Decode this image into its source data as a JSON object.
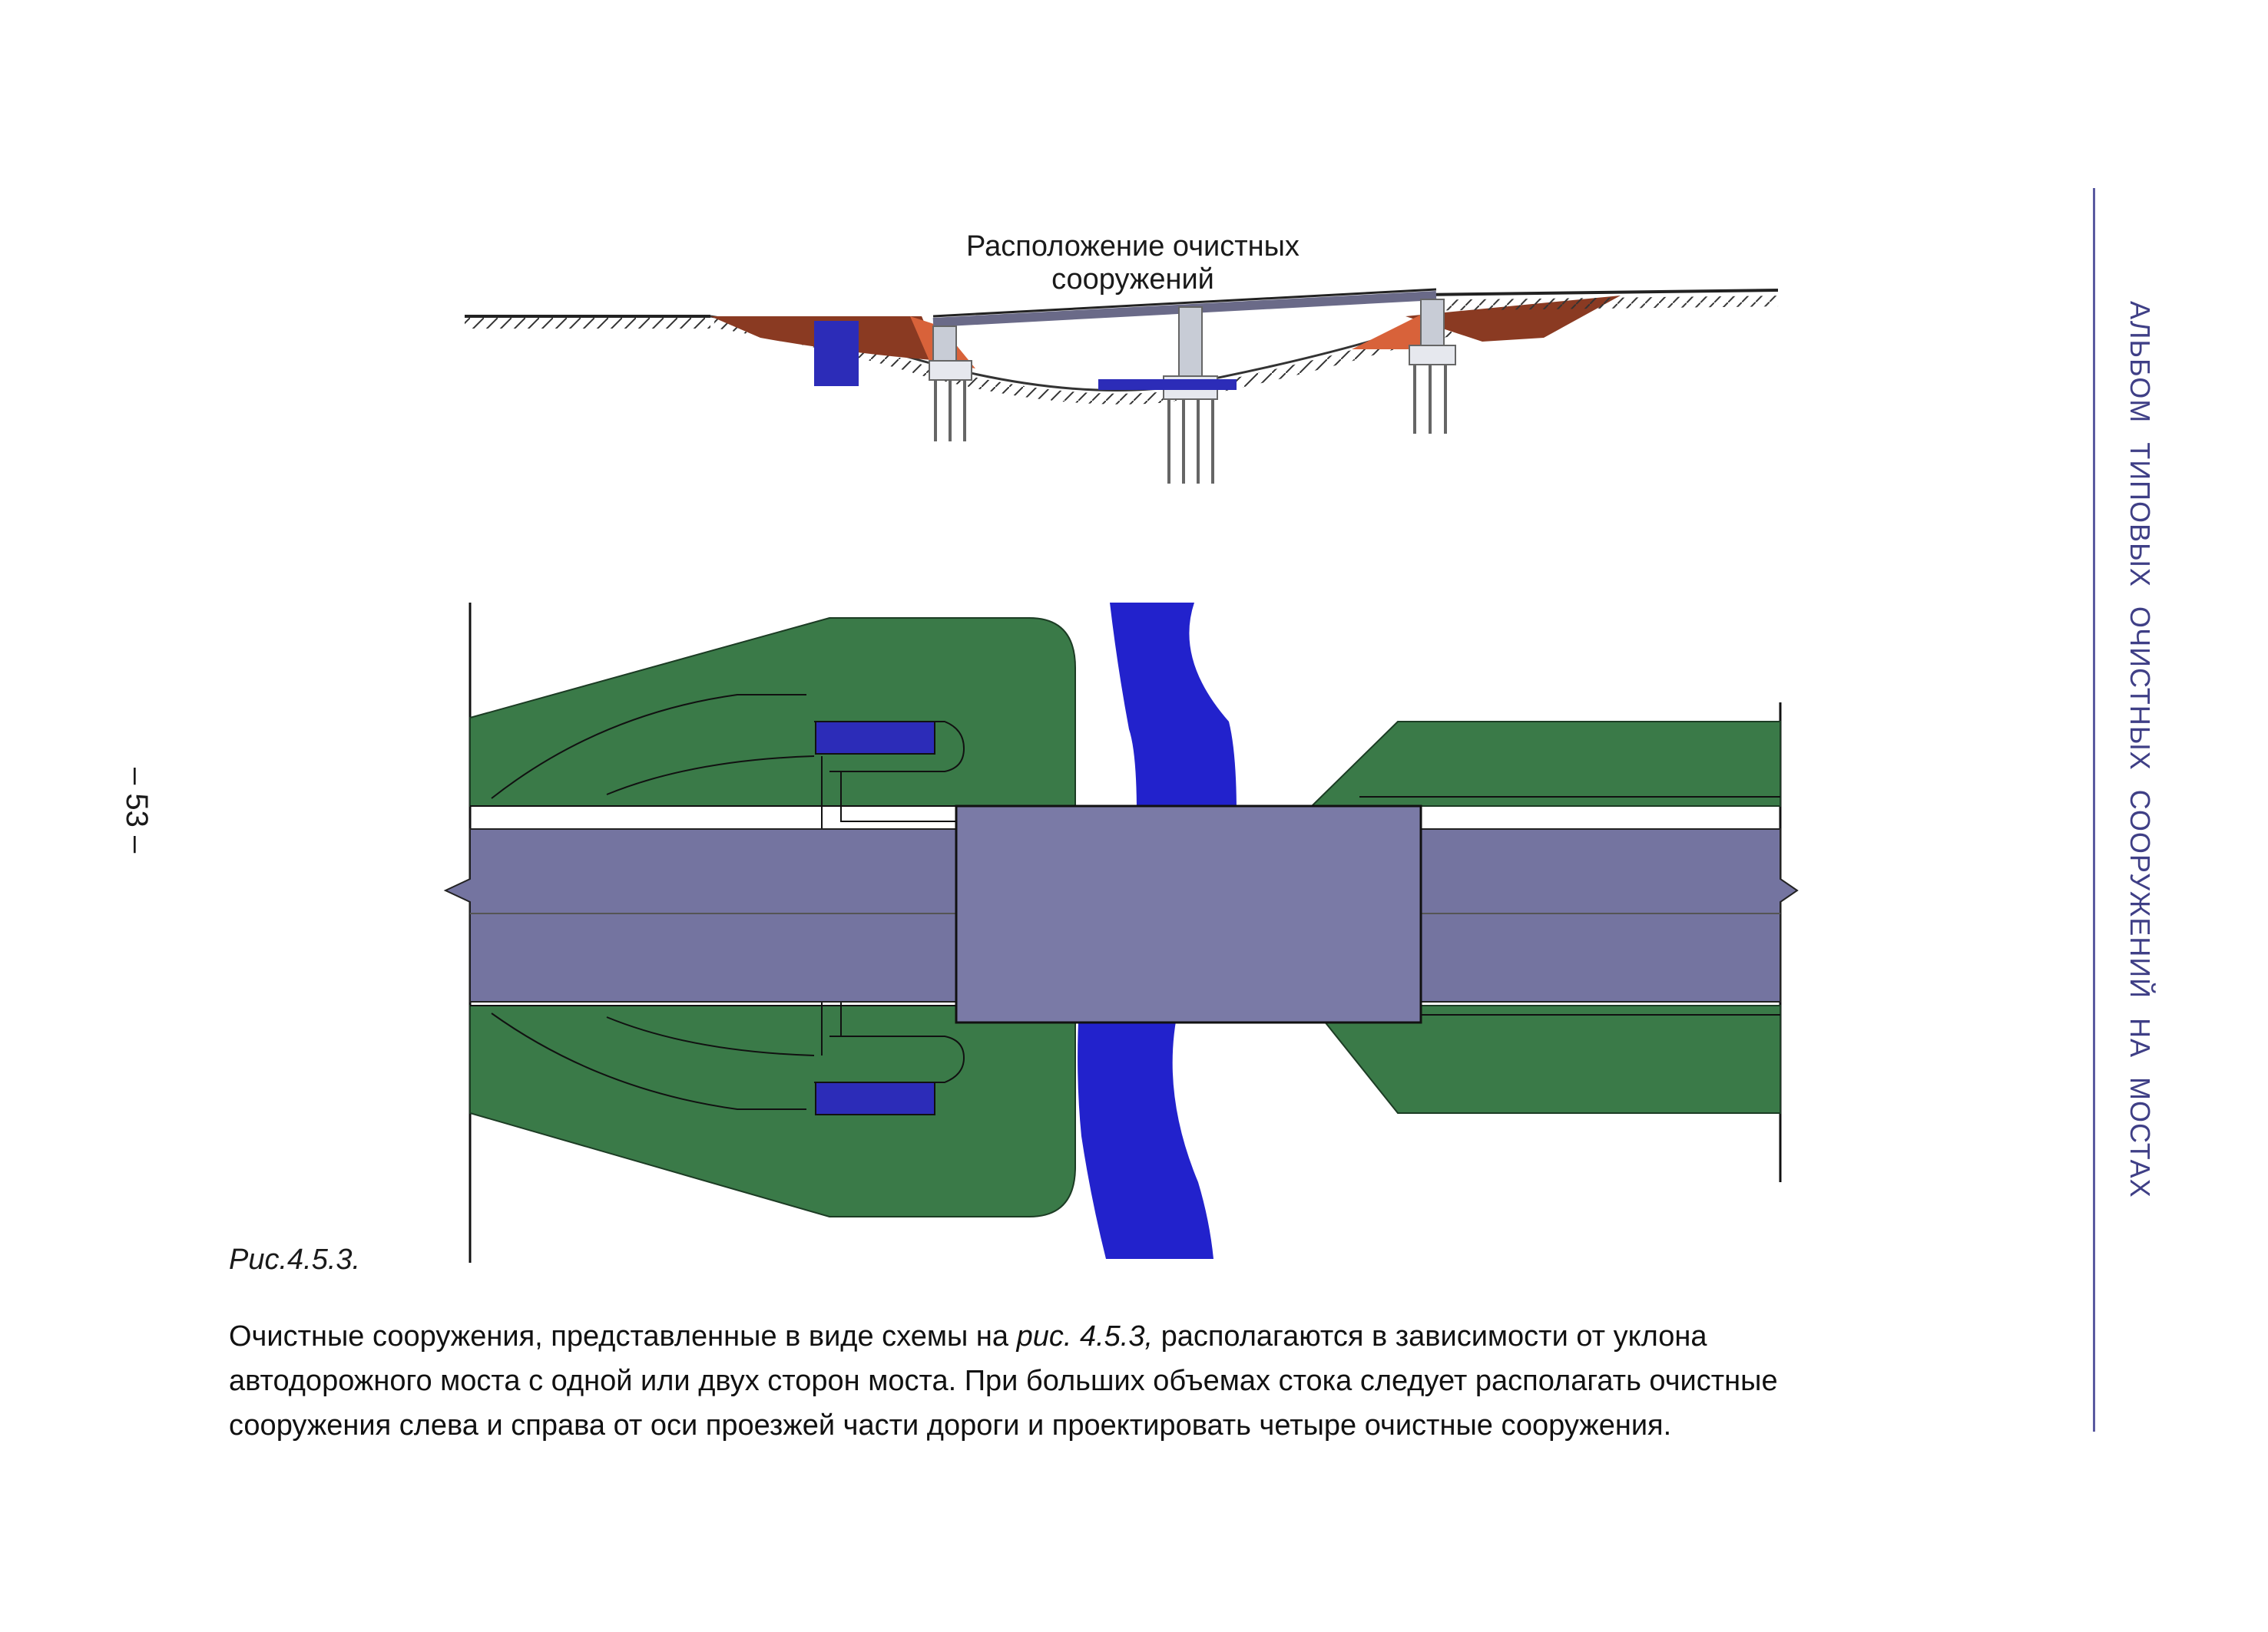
{
  "figure_title": "Расположение очистных сооружений",
  "side_header": "АЛЬБОМ ТИПОВЫХ ОЧИСТНЫХ СООРУЖЕНИЙ НА МОСТАХ",
  "page_number": "– 53 –",
  "caption": "Рис.4.5.3.",
  "body": {
    "part1": "Очистные сооружения, представленные в виде схемы на ",
    "ref": "рис. 4.5.3,",
    "part2": " располагаются в зависимости от уклона автодорожного моста с одной или двух сторон моста. При больших объемах стока следует располагать очистные сооружения слева и справа от оси проезжей части дороги и проектировать четыре очистные сооружения."
  },
  "colors": {
    "embankment_green": "#3a7a48",
    "road": "#7474a0",
    "river": "#2222cc",
    "treatment_tank": "#2c2cb8",
    "slope_fill": "#d8623a",
    "side_accent": "#3f3f86"
  }
}
